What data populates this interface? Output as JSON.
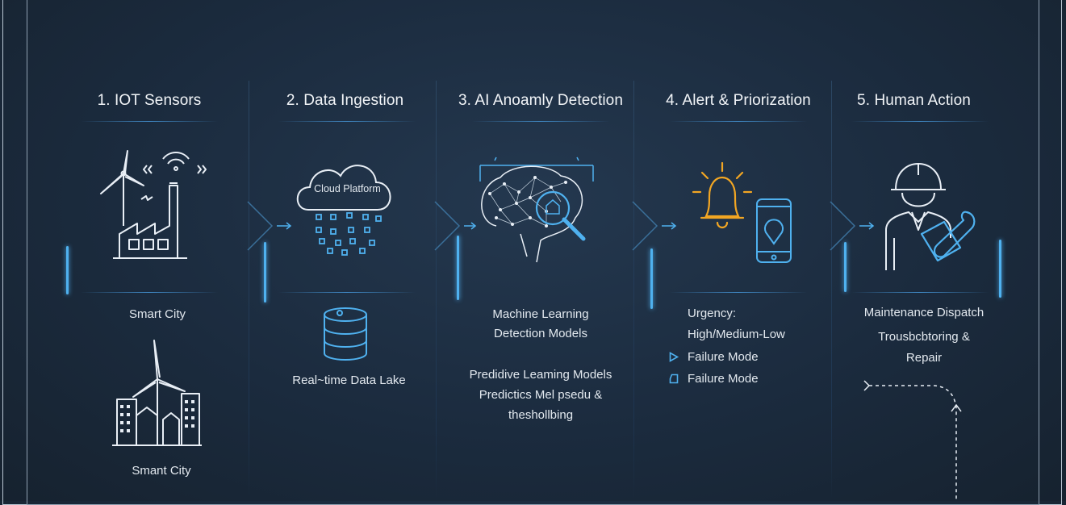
{
  "stages": [
    {
      "title": "1. IOT Sensors",
      "labels": [
        "Smart City",
        "Smant City"
      ]
    },
    {
      "title": "2. Data Ingestion",
      "cloud_label": "Cloud Platform",
      "labels": [
        "Real~time Data Lake"
      ]
    },
    {
      "title": "3. AI Anoamly Detection",
      "lines": [
        "Machine Learning",
        "Detection Models",
        "Predidive Leaming Models",
        "Predictics Mel psedu &",
        "theshollbing"
      ]
    },
    {
      "title": "4. Alert & Priorization",
      "lines": [
        "Urgency:",
        "High/Medium-Low"
      ],
      "bullets": [
        "Failure Mode",
        "Failure Mode"
      ]
    },
    {
      "title": "5. Human Action",
      "lines": [
        "Maintenance Dispatch",
        "Trousbcbtoring &",
        "Repair"
      ]
    }
  ],
  "colors": {
    "accent": "#4fb1ef",
    "bell": "#f2a623",
    "icon_stroke": "#e8eef5",
    "background": "#1b2b3e"
  }
}
